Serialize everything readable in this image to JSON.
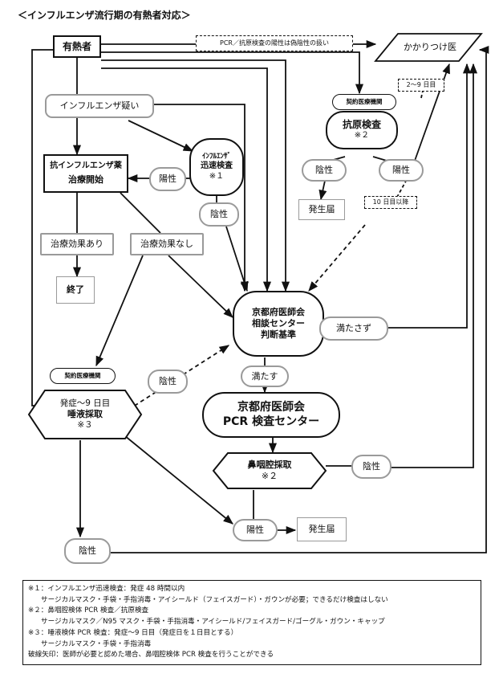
{
  "title": "＜インフルエンザ流行期の有熱者対応＞",
  "nodes": {
    "patient": "有熱者",
    "pcr_note": "PCR／抗原検査の陽性は偽陰性の扱い",
    "clinic": "かかりつけ医",
    "days_2_9": "2～9 日目",
    "influ_suspect": "インフルエンザ疑い",
    "contract_clinic_a": "契約医療機関",
    "antigen_test": "抗原検査",
    "antigen_note": "※２",
    "anti_influ_1": "抗インフルエンザ薬",
    "anti_influ_2": "治療開始",
    "rapid_1": "ｲﾝﾌﾙｴﾝｻﾞ",
    "rapid_2": "迅速検査",
    "rapid_3": "※１",
    "positive_rapid": "陽性",
    "negative_rapid": "陰性",
    "antigen_neg": "陰性",
    "antigen_pos": "陽性",
    "report_a": "発生届",
    "day10": "10 日目以降",
    "effective": "治療効果あり",
    "not_effective": "治療効果なし",
    "end": "終了",
    "center_1": "京都府医師会",
    "center_2": "相談センター",
    "center_3": "判断基準",
    "not_meet": "満たさず",
    "contract_clinic_b": "契約医療機関",
    "negative_saliva": "陰性",
    "meets": "満たす",
    "saliva_1": "発症～9 日目",
    "saliva_2": "唾液採取",
    "saliva_3": "※３",
    "pcr_center_1": "京都府医師会",
    "pcr_center_2": "PCR 検査センター",
    "naso_1": "鼻咽腔採取",
    "naso_2": "※２",
    "naso_neg": "陰性",
    "pos_b": "陽性",
    "report_b": "発生届",
    "saliva_neg": "陰性"
  },
  "notes": [
    "※１：インフルエンザ迅速検査：発症 48 時間以内",
    "サージカルマスク・手袋・手指消毒・アイシールド（フェイスガード）・ガウンが必要；できるだけ検査はしない",
    "※２：鼻咽腔検体 PCR 検査／抗原検査",
    "サージカルマスク／N95 マスク・手袋・手指消毒・アイシールド/フェイスガード/ゴーグル・ガウン・キャップ",
    "※３：唾液検体 PCR 検査：発症～9 日目（発症日を１日目とする）",
    "サージカルマスク・手袋・手指消毒",
    "破線矢印：医師が必要と認めた場合、鼻咽腔検体 PCR 検査を行うことができる"
  ]
}
